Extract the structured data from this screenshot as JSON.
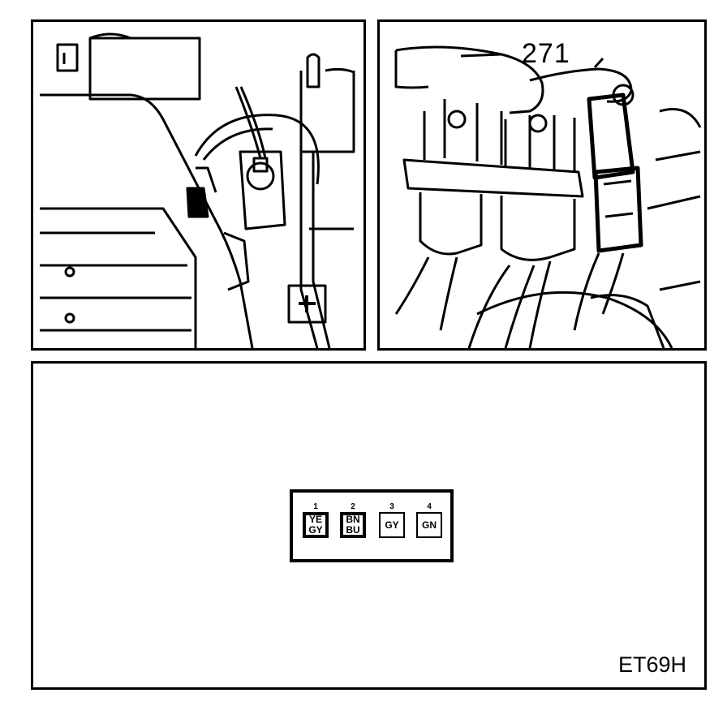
{
  "figure": {
    "callout": "271",
    "reference": "ET69H"
  },
  "connector": {
    "pins": [
      {
        "number": "1",
        "lines": [
          "YE",
          "GY"
        ],
        "style": "dark"
      },
      {
        "number": "2",
        "lines": [
          "BN",
          "BU"
        ],
        "style": "dark"
      },
      {
        "number": "3",
        "lines": [
          "GY"
        ],
        "style": "light"
      },
      {
        "number": "4",
        "lines": [
          "GN"
        ],
        "style": "light"
      }
    ]
  }
}
